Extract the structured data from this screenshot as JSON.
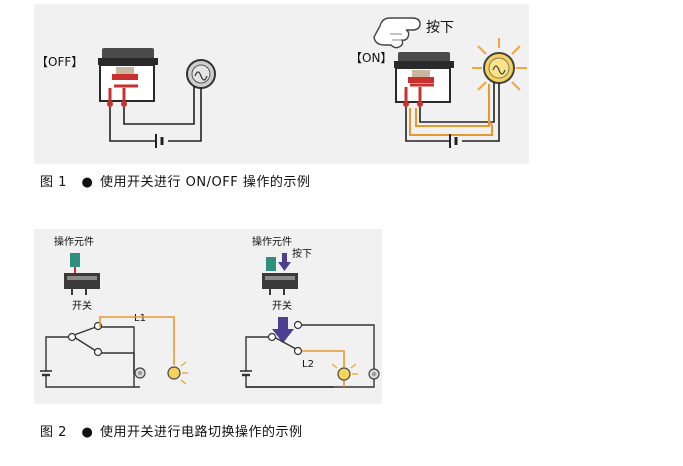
{
  "figure1": {
    "off_label": "【OFF】",
    "on_label": "【ON】",
    "press_label": "按下",
    "caption_number": "图 1",
    "caption_bullet": "●",
    "caption_text": "使用开关进行 ON/OFF 操作的示例"
  },
  "figure2": {
    "left": {
      "operator_label": "操作元件",
      "switch_label": "开关",
      "lamp_label": "L1"
    },
    "right": {
      "operator_label": "操作元件",
      "press_label": "按下",
      "switch_label": "开关",
      "lamp_label": "L2"
    },
    "caption_number": "图 2",
    "caption_bullet": "●",
    "caption_text": "使用开关进行电路切换操作的示例"
  },
  "colors": {
    "panel_bg": "#f1f1f1",
    "wire": "#222222",
    "contact_red": "#c8312d",
    "current_orange": "#e69a2e",
    "lamp_glow": "#f5d35a",
    "switch_dark": "#3a3a3a",
    "operator_teal": "#2f8f7f",
    "press_arrow": "#4d3f8f"
  }
}
